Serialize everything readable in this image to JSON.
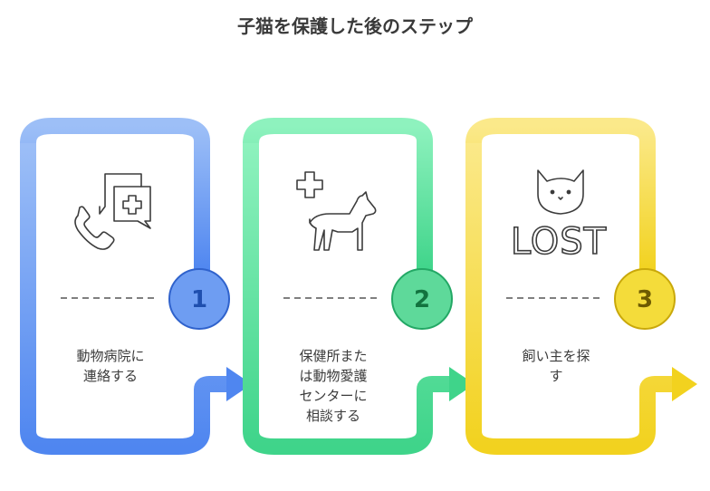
{
  "title": "子猫を保護した後のステップ",
  "steps": [
    {
      "number": "1",
      "text_lines": [
        "動物病院に",
        "連絡する"
      ],
      "icon": "phone-medical-chat-icon",
      "color": "#4f86f0",
      "color_light": "#9dbff7",
      "circle_fill": "#6e9df2",
      "circle_stroke": "#2f62cc",
      "number_color": "#1f4fae"
    },
    {
      "number": "2",
      "text_lines": [
        "保健所また",
        "は動物愛護",
        "センターに",
        "相談する"
      ],
      "icon": "plus-dog-icon",
      "color": "#3fd48a",
      "color_light": "#8ef2be",
      "circle_fill": "#5ed99a",
      "circle_stroke": "#23a865",
      "number_color": "#12733f"
    },
    {
      "number": "3",
      "text_lines": [
        "飼い主を探",
        "す"
      ],
      "icon": "lost-cat-icon",
      "icon_text": "LOST",
      "color": "#f2d21f",
      "color_light": "#fbe98a",
      "circle_fill": "#f4dc3a",
      "circle_stroke": "#c9a80a",
      "number_color": "#6e5b00"
    }
  ]
}
